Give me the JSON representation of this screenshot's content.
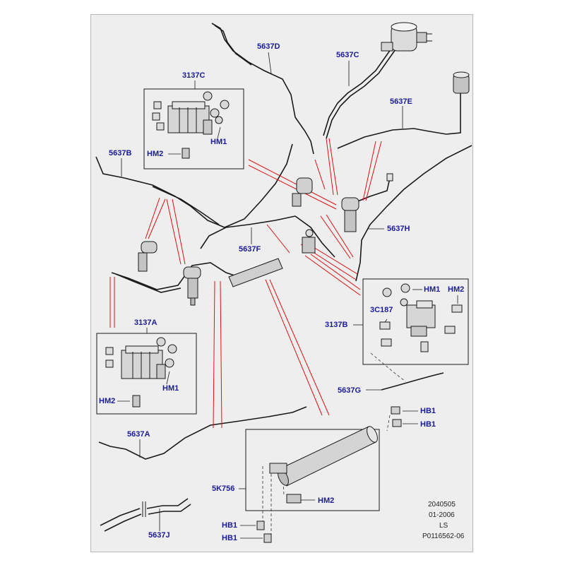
{
  "labels": {
    "p5637D": "5637D",
    "p5637C": "5637C",
    "p3137C": "3137C",
    "p5637E": "5637E",
    "p5637B": "5637B",
    "p5637H": "5637H",
    "p5637F": "5637F",
    "p3137A": "3137A",
    "p3137B": "3137B",
    "p3C187": "3C187",
    "p5637G": "5637G",
    "p5637A": "5637A",
    "p5K756": "5K756",
    "p5637J": "5637J",
    "hm1_c": "HM1",
    "hm2_c": "HM2",
    "hm1_a": "HM1",
    "hm2_a": "HM2",
    "hm1_b": "HM1",
    "hm2_b": "HM2",
    "hm2_r": "HM2",
    "hb1_1": "HB1",
    "hb1_2": "HB1",
    "hb1_3": "HB1",
    "hb1_4": "HB1"
  },
  "footer": {
    "ref": "2040505",
    "date": "01-2006",
    "model": "LS",
    "code": "P0116562-06"
  },
  "colors": {
    "label": "#1a1a9a",
    "leader": "#e01010",
    "line": "#1a1a1a",
    "background": "#eeeeee"
  }
}
